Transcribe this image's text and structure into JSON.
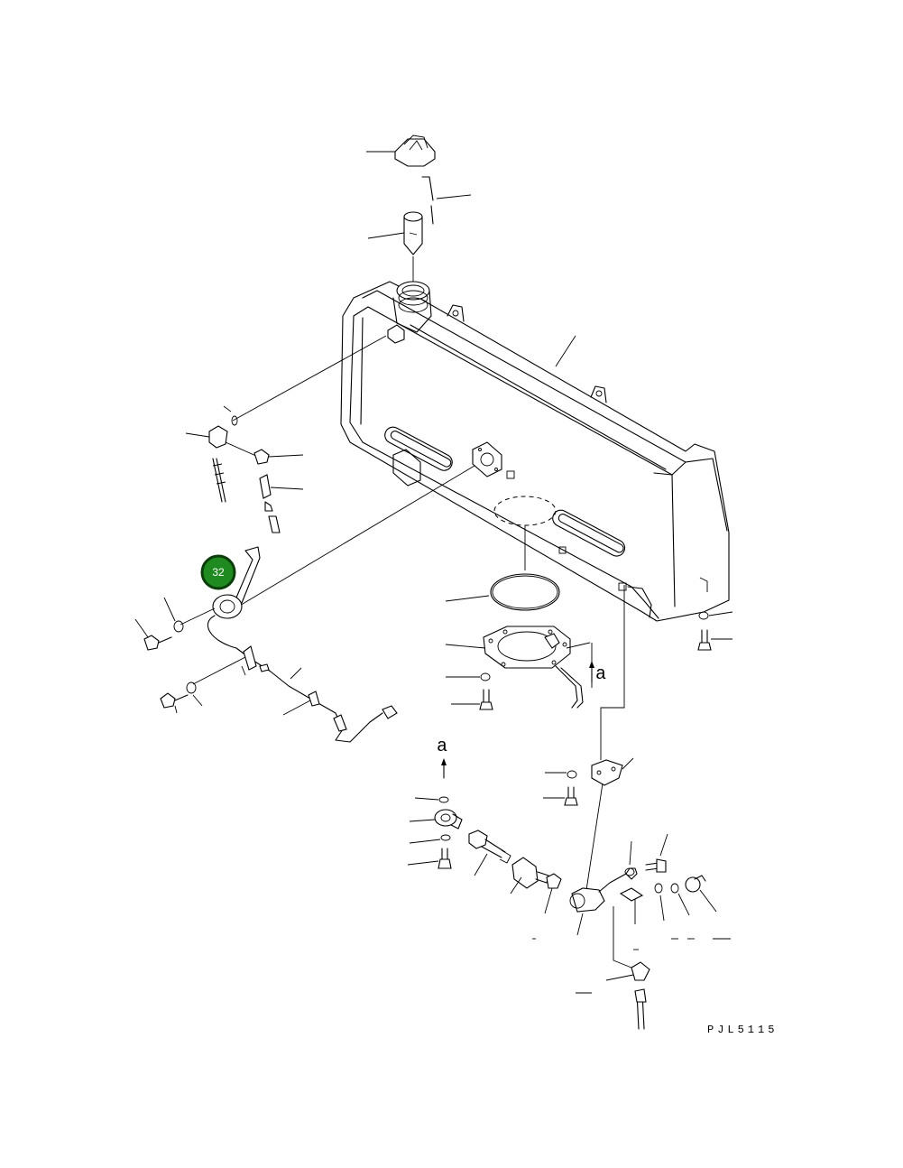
{
  "drawing": {
    "code": "PJL5115",
    "detail_mark": "a",
    "detail_mark_2": "a"
  },
  "callout": {
    "number": "32",
    "fill": "#1f8a1f",
    "ring": "#0b3d0b"
  }
}
